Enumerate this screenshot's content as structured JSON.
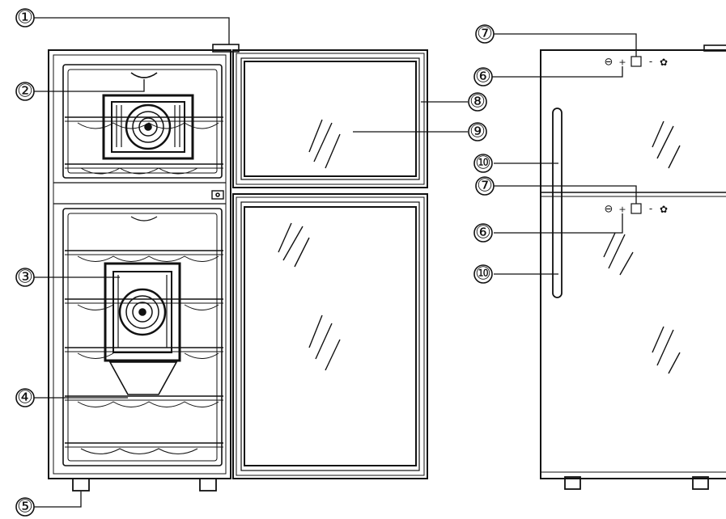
{
  "callouts": [
    {
      "id": "1",
      "label": "①"
    },
    {
      "id": "2",
      "label": "②"
    },
    {
      "id": "3",
      "label": "③"
    },
    {
      "id": "4",
      "label": "④"
    },
    {
      "id": "5",
      "label": "⑤"
    },
    {
      "id": "6a",
      "label": "⑥"
    },
    {
      "id": "7a",
      "label": "⑦"
    },
    {
      "id": "8",
      "label": "⑧"
    },
    {
      "id": "9",
      "label": "⑨"
    },
    {
      "id": "10a",
      "label": "⑩"
    },
    {
      "id": "7b",
      "label": "⑦"
    },
    {
      "id": "6b",
      "label": "⑥"
    },
    {
      "id": "10b",
      "label": "⑩"
    }
  ],
  "control_panel": {
    "minus_symbol": "⊖",
    "plus_symbol": "+",
    "dash_symbol": "-",
    "light_symbol": "✿"
  },
  "icons": [
    "fan-icon",
    "light-icon",
    "minus-button-icon",
    "plus-button-icon",
    "display-square-icon"
  ]
}
